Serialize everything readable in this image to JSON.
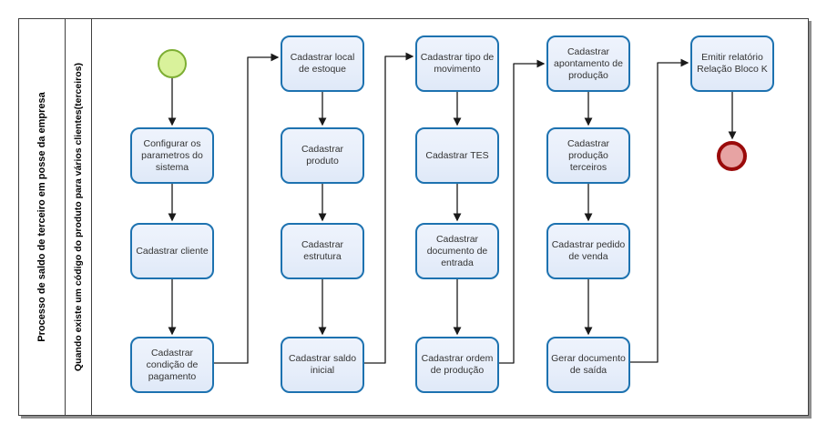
{
  "pool": {
    "label": "Processo de saldo de terceiro em posse da empresa",
    "lane_label": "Quando existe um código do produto para vários clientes(terceiros)"
  },
  "events": {
    "start": {
      "type": "start-event",
      "color_fill": "#d9f29b",
      "color_border": "#7dae33"
    },
    "end": {
      "type": "end-event",
      "color_fill": "#e7a3a3",
      "color_border": "#9a0a0a"
    }
  },
  "tasks": [
    {
      "label": "Configurar os parametros do sistema"
    },
    {
      "label": "Cadastrar cliente"
    },
    {
      "label": "Cadastrar condição de pagamento"
    },
    {
      "label": "Cadastrar local de estoque"
    },
    {
      "label": "Cadastrar produto"
    },
    {
      "label": "Cadastrar estrutura"
    },
    {
      "label": "Cadastrar saldo inicial"
    },
    {
      "label": "Cadastrar tipo de movimento"
    },
    {
      "label": "Cadastrar TES"
    },
    {
      "label": "Cadastrar documento de entrada"
    },
    {
      "label": "Cadastrar ordem de produção"
    },
    {
      "label": "Cadastrar apontamento de produção"
    },
    {
      "label": "Cadastrar produção terceiros"
    },
    {
      "label": "Cadastrar pedido de venda"
    },
    {
      "label": "Gerar documento de saída"
    },
    {
      "label": "Emitir relatório Relação Bloco K"
    }
  ],
  "colors": {
    "task_fill": "#e7eefa",
    "task_border": "#1d72b0",
    "connector": "#1a1a1a",
    "frame_border": "#3f3f3f",
    "frame_shadow": "#8f8f8f"
  }
}
